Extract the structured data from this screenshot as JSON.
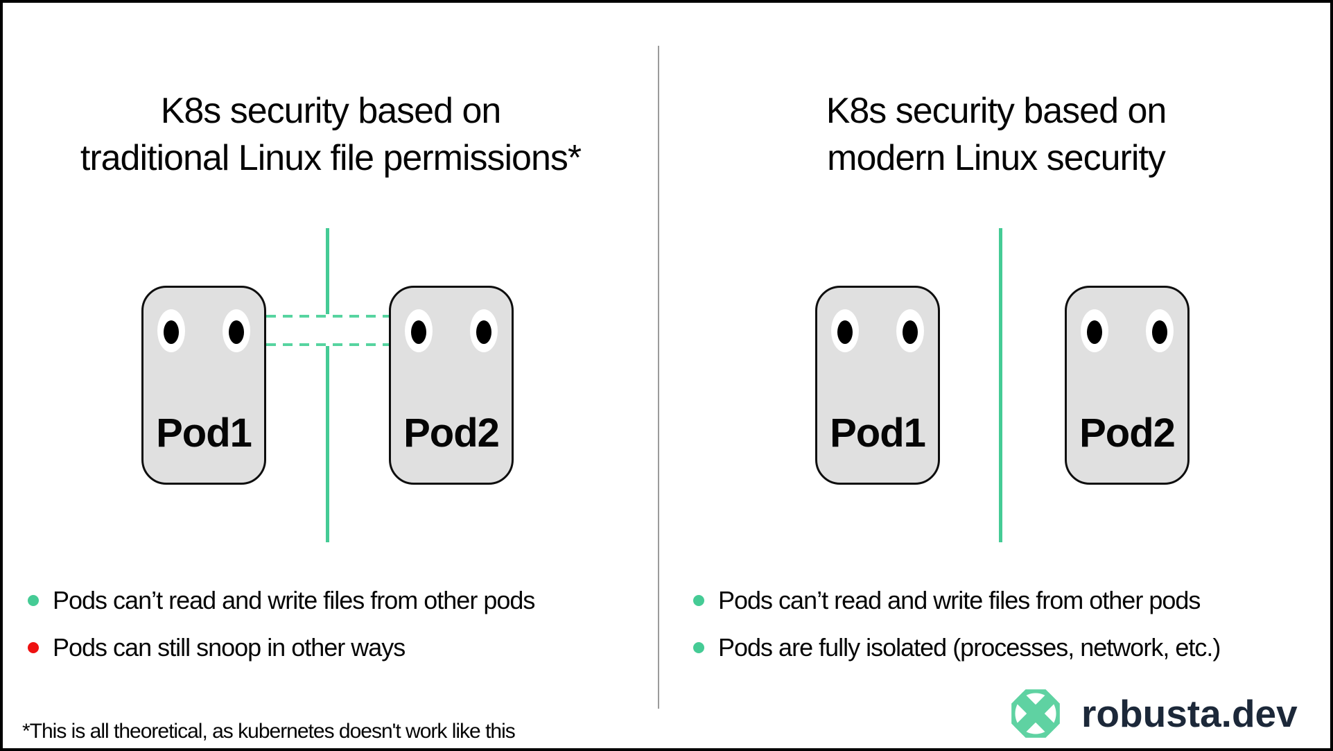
{
  "panels": {
    "left": {
      "title_line1": "K8s security based on",
      "title_line2": "traditional Linux file permissions*",
      "pods": [
        {
          "label": "Pod1"
        },
        {
          "label": "Pod2"
        }
      ],
      "bullets": [
        {
          "text": "Pods can’t read and write files from other pods",
          "dot_color": "#45cb95"
        },
        {
          "text": "Pods can still snoop in other ways",
          "dot_color": "#ee1111"
        }
      ]
    },
    "right": {
      "title_line1": "K8s security based on",
      "title_line2": "modern Linux security",
      "pods": [
        {
          "label": "Pod1"
        },
        {
          "label": "Pod2"
        }
      ],
      "bullets": [
        {
          "text": "Pods can’t read and write files from other pods",
          "dot_color": "#45cb95"
        },
        {
          "text": "Pods are fully isolated (processes, network, etc.)",
          "dot_color": "#45cb95"
        }
      ]
    }
  },
  "footer": {
    "note": "*This is all theoretical, as kubernetes doesn't work like this"
  },
  "branding": {
    "logo_text": "robusta.dev",
    "logo_icon": "robusta-octagon-wheel-icon"
  },
  "colors": {
    "accent_green": "#45cb95",
    "dashed_link_green": "#57d4a0",
    "bullet_red": "#ee1111",
    "pod_fill": "#e0e0e0",
    "pod_border": "#0e0e0e",
    "divider_gray": "#9b9b9b",
    "logo_green": "#5fd2a2",
    "logo_text_navy": "#1c2839"
  }
}
